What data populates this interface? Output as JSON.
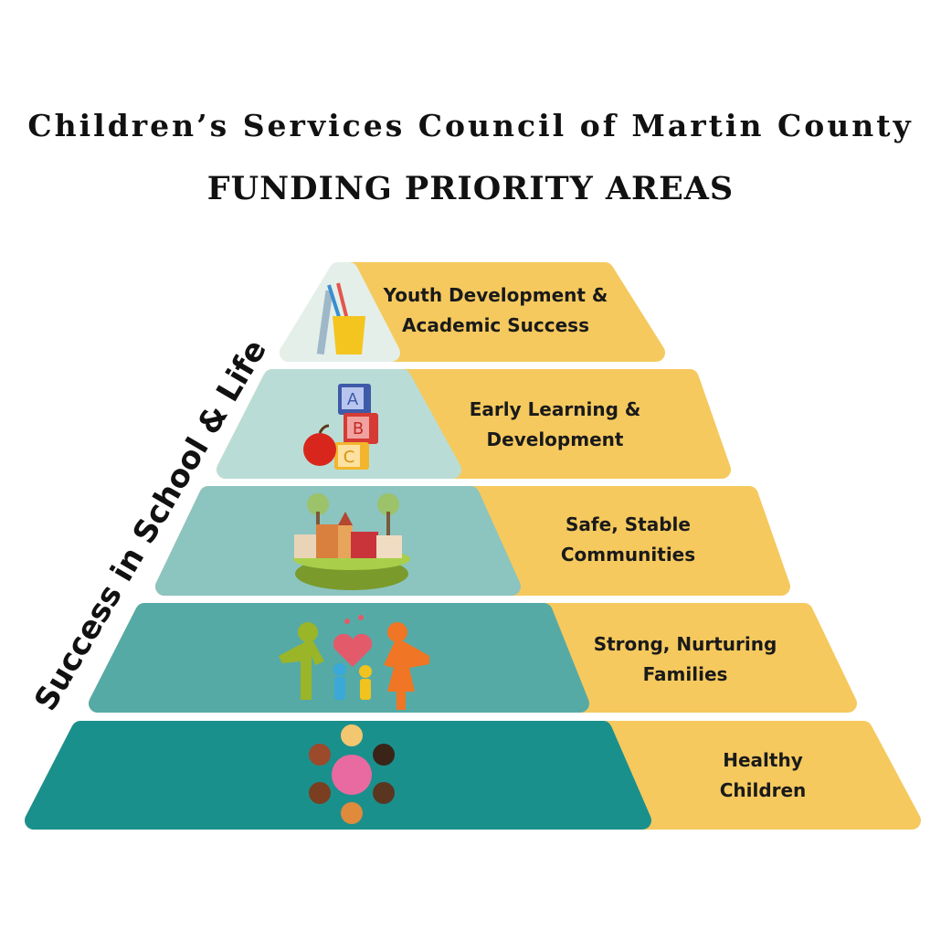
{
  "header": {
    "organization": "Children’s Services Council of Martin County",
    "subtitle": "FUNDING PRIORITY AREAS"
  },
  "side_label": "Success in School & Life",
  "levels": [
    {
      "label_line1": "Youth Development &",
      "label_line2": "Academic Success",
      "icon": "pencil-cup-icon",
      "color": "#e4efe9"
    },
    {
      "label_line1": "Early Learning &",
      "label_line2": "Development",
      "icon": "abc-blocks-apple-icon",
      "block_letters": [
        "A",
        "B",
        "C"
      ],
      "color": "#b9ddd6"
    },
    {
      "label_line1": "Safe, Stable",
      "label_line2": "Communities",
      "icon": "town-icon",
      "color": "#8cc4c0"
    },
    {
      "label_line1": "Strong, Nurturing",
      "label_line2": "Families",
      "icon": "family-icon",
      "color": "#55aaa6"
    },
    {
      "label_line1": "Healthy",
      "label_line2": "Children",
      "icon": "children-circle-icon",
      "color": "#1a908d"
    }
  ],
  "colors": {
    "label_bg": "#f5c95e"
  }
}
